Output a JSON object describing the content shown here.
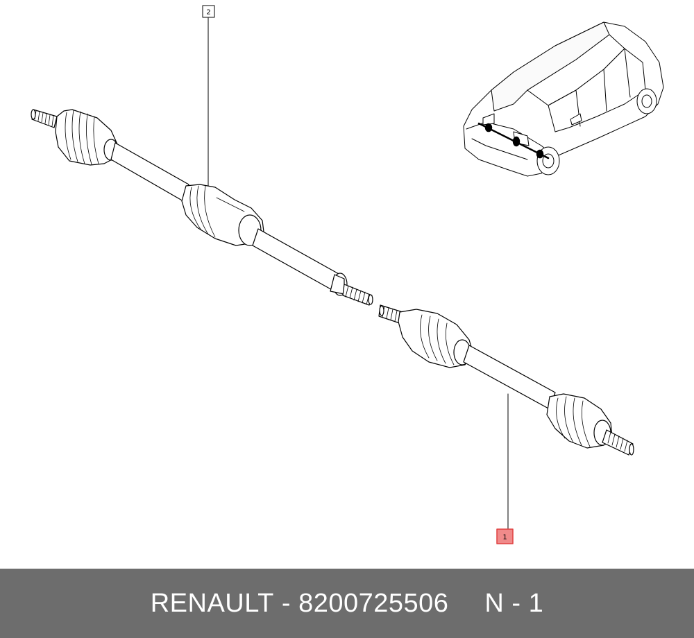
{
  "callouts": [
    {
      "label": "2",
      "highlight": false
    },
    {
      "label": "1",
      "highlight": true
    }
  ],
  "footer": {
    "brand": "RENAULT",
    "separator": " - ",
    "part_number": "8200725506",
    "qty_text": "N - 1"
  },
  "colors": {
    "footer_bg": "#6d6d6d",
    "footer_text": "#ffffff",
    "highlight_fill": "#f08a8a",
    "highlight_stroke": "#e04040",
    "line": "#000000"
  }
}
